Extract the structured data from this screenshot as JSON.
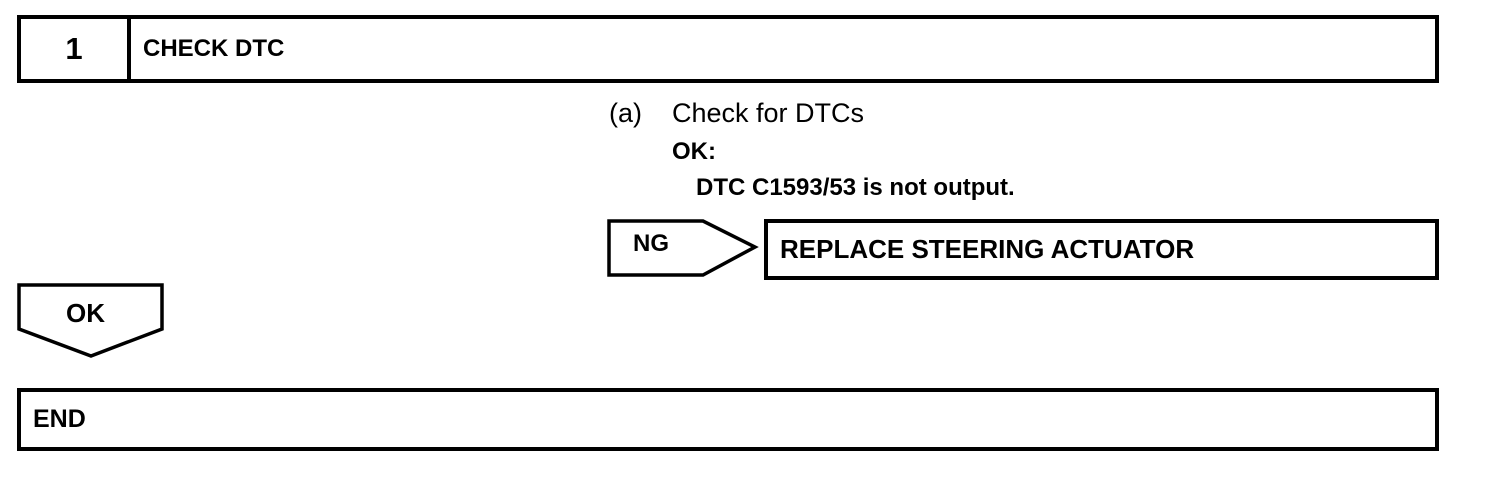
{
  "step": {
    "number": "1",
    "title": "CHECK DTC"
  },
  "procedure": {
    "item_marker": "(a)",
    "item_text": "Check for DTCs",
    "ok_heading": "OK:",
    "ok_condition": "DTC C1593/53 is not output."
  },
  "ng_branch": {
    "label": "NG",
    "action": "REPLACE STEERING ACTUATOR"
  },
  "ok_branch": {
    "label": "OK"
  },
  "end": {
    "label": "END"
  }
}
